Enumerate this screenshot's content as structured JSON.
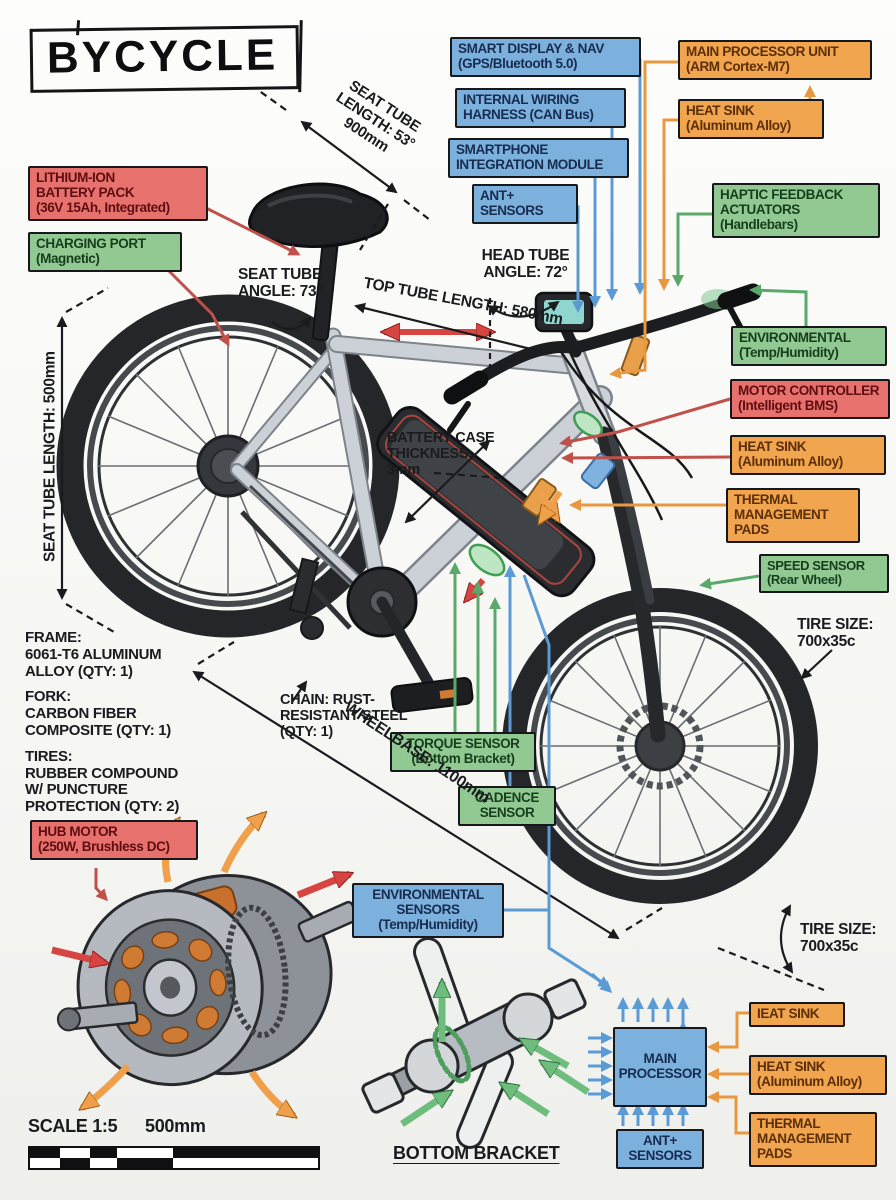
{
  "title": "BYCYCLE",
  "colors": {
    "label_red_bg": "#e7716c",
    "label_green_bg": "#92c892",
    "label_blue_bg": "#7cb1dd",
    "label_orange_bg": "#f0a54e",
    "line_red": "#c0504a",
    "line_blue": "#5b9bd5",
    "line_green": "#5aa96b",
    "line_orange": "#e8993f",
    "line_black": "#1a1b1e"
  },
  "labels": {
    "battery": {
      "lines": [
        "LITHIUM-ION",
        "BATTERY PACK",
        "(36V 15Ah, Integrated)"
      ]
    },
    "charging_port": {
      "lines": [
        "CHARGING PORT",
        "(Magnetic)"
      ]
    },
    "smart_display": {
      "lines": [
        "SMART DISPLAY & NAV",
        "(GPS/Bluetooth 5.0)"
      ]
    },
    "internal_wiring": {
      "lines": [
        "INTERNAL WIRING",
        "HARNESS (CAN Bus)"
      ]
    },
    "smartphone_module": {
      "lines": [
        "SMARTPHONE",
        "INTEGRATION MODULE"
      ]
    },
    "ant_sensors_top": {
      "lines": [
        "ANT+",
        "SENSORS"
      ]
    },
    "main_processor_unit": {
      "lines": [
        "MAIN PROCESSOR UNIT",
        "(ARM Cortex-M7)"
      ]
    },
    "heat_sink_top": {
      "lines": [
        "HEAT SINK",
        "(Aluminum Alloy)"
      ]
    },
    "haptic_feedback": {
      "lines": [
        "HAPTIC FEEDBACK",
        "ACTUATORS",
        "(Handlebars)"
      ]
    },
    "environmental": {
      "lines": [
        "ENVIRONMENTAL",
        "(Temp/Humidity)"
      ]
    },
    "motor_controller": {
      "lines": [
        "MOTOR CONTROLLER",
        "(Intelligent BMS)"
      ]
    },
    "heat_sink_right": {
      "lines": [
        "HEAT SINK",
        "(Aluminum Alloy)"
      ]
    },
    "thermal_pads_right": {
      "lines": [
        "THERMAL",
        "MANAGEMENT",
        "PADS"
      ]
    },
    "speed_sensor": {
      "lines": [
        "SPEED SENSOR",
        "(Rear Wheel)"
      ]
    },
    "torque_sensor": {
      "lines": [
        "TORQUE SENSOR",
        "(Bottom Bracket)"
      ]
    },
    "cadence_sensor": {
      "lines": [
        "CADENCE",
        "SENSOR"
      ]
    },
    "hub_motor": {
      "lines": [
        "HUB MOTOR",
        "(250W, Brushless DC)"
      ]
    },
    "environmental_sensors": {
      "lines": [
        "ENVIRONMENTAL",
        "SENSORS",
        "(Temp/Humidity)"
      ]
    },
    "main_processor": {
      "lines": [
        "MAIN",
        "PROCESSOR"
      ]
    },
    "ant_sensors_bottom": {
      "lines": [
        "ANT+",
        "SENSORS"
      ]
    },
    "ieat_sink": {
      "lines": [
        "IEAT SINK"
      ]
    },
    "heat_sink_bottom": {
      "lines": [
        "HEAT SINK",
        "(Aluminum Alloy)"
      ]
    },
    "thermal_pads_bottom": {
      "lines": [
        "THERMAL",
        "MANAGEMENT",
        "PADS"
      ]
    }
  },
  "annotations": {
    "seat_tube_length_diag": {
      "lines": [
        "SEAT TUBE",
        "LENGTH: 53°",
        "900mm"
      ]
    },
    "seat_tube_angle": {
      "lines": [
        "SEAT TUBE",
        "ANGLE: 73°"
      ]
    },
    "top_tube_length": "TOP TUBE LENGTH: 580mm",
    "head_tube_angle": {
      "lines": [
        "HEAD TUBE",
        "ANGLE: 72°"
      ]
    },
    "seat_tube_length_left": "SEAT TUBE LENGTH: 500mm",
    "battery_case": {
      "lines": [
        "BATTERY CASE",
        "THICKNESS:",
        "3mm"
      ]
    },
    "frame_spec": {
      "lines": [
        "FRAME:",
        "6061-T6 ALUMINUM",
        "ALLOY (QTY: 1)"
      ]
    },
    "fork_spec": {
      "lines": [
        "FORK:",
        "CARBON FIBER",
        "COMPOSITE (QTY: 1)"
      ]
    },
    "tires_spec": {
      "lines": [
        "TIRES:",
        "RUBBER COMPOUND",
        "W/ PUNCTURE",
        "PROTECTION (QTY: 2)"
      ]
    },
    "chain_spec": {
      "lines": [
        "CHAIN: RUST-",
        "RESISTANT STEEL",
        "(QTY: 1)"
      ]
    },
    "wheelbase": "WHEELBASE: 1100mm",
    "tire_size_upper": {
      "lines": [
        "TIRE SIZE:",
        "700x35c"
      ]
    },
    "tire_size_lower": {
      "lines": [
        "TIRE SIZE:",
        "700x35c"
      ]
    },
    "bottom_bracket": "BOTTOM BRACKET",
    "scale_label": "SCALE 1:5",
    "scale_length": "500mm"
  }
}
